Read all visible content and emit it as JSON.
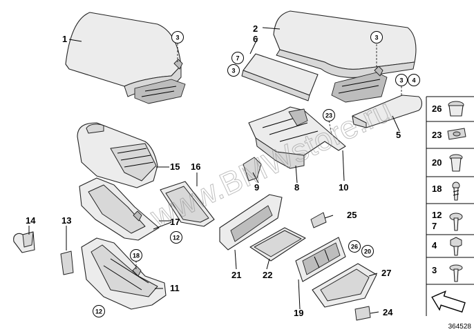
{
  "diagram_id": "364528",
  "watermark": "www.BMWstore.ru",
  "callouts": {
    "c1": "1",
    "c2": "2",
    "c3a": "3",
    "c3b": "3",
    "c3c": "3",
    "c3d": "3",
    "c4": "4",
    "c5": "5",
    "c6": "6",
    "c7": "7",
    "c8": "8",
    "c9": "9",
    "c10": "10",
    "c11": "11",
    "c12a": "12",
    "c12b": "12",
    "c13": "13",
    "c14": "14",
    "c15": "15",
    "c16": "16",
    "c17": "17",
    "c18": "18",
    "c19": "19",
    "c20": "20",
    "c21": "21",
    "c22": "22",
    "c23": "23",
    "c24": "24",
    "c25": "25",
    "c26": "26",
    "c27": "27"
  },
  "side_panel": [
    "26",
    "23",
    "20",
    "18",
    "12",
    "7",
    "4",
    "3"
  ]
}
